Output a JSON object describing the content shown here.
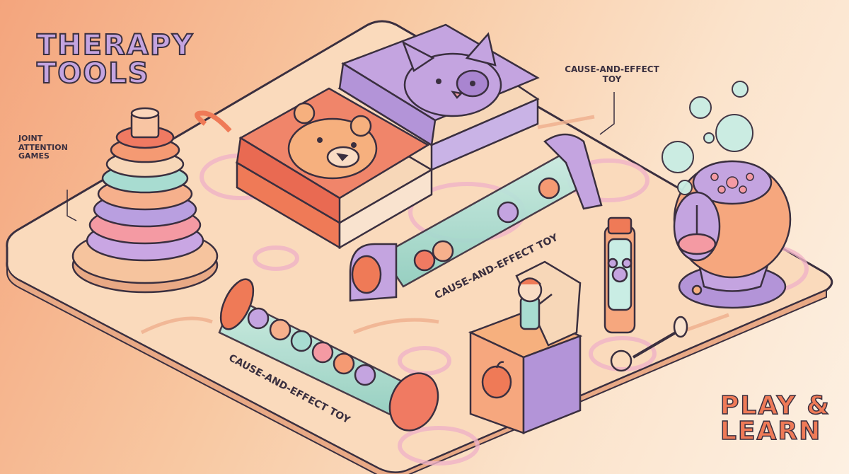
{
  "title_main": {
    "line1": "THERAPY",
    "line2": "TOOLS"
  },
  "title_corner": {
    "line1": "PLAY &",
    "line2": "LEARN"
  },
  "callouts": {
    "joint_attention": {
      "line1": "JOINT",
      "line2": "ATTENTION",
      "line3": "GAMES"
    },
    "cause_effect_top": {
      "line1": "CAUSE-AND-EFFECT",
      "line2": "TOY"
    },
    "cause_effect_middle": "CAUSE-AND-EFFECT TOY",
    "cause_effect_lower": "CAUSE-AND-EFFECT TOY"
  },
  "colors": {
    "background_warm": "#f4a57d",
    "board": "#f9d3b0",
    "outline": "#3a2f3f",
    "lavender": "#c4a4e0",
    "coral": "#ef7a57",
    "mint": "#a8dcd1",
    "peach": "#f6b07e"
  }
}
